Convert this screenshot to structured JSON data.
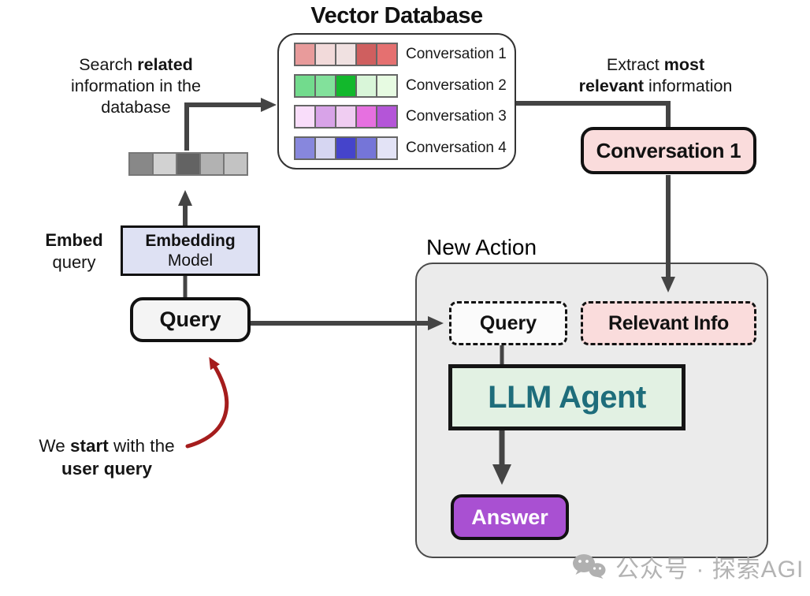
{
  "diagram": {
    "vector_db": {
      "title": "Vector Database",
      "rows": [
        {
          "label": "Conversation 1",
          "cells": [
            "#e89b9b",
            "#f2dada",
            "#f0e1e1",
            "#cf5f5f",
            "#e57070"
          ]
        },
        {
          "label": "Conversation 2",
          "cells": [
            "#72db8d",
            "#82e19b",
            "#12b82c",
            "#d9f6d9",
            "#e7fbe2"
          ]
        },
        {
          "label": "Conversation 3",
          "cells": [
            "#f9ddfa",
            "#d8a3e8",
            "#f0cdf2",
            "#e670e0",
            "#b455d8"
          ]
        },
        {
          "label": "Conversation 4",
          "cells": [
            "#8787dd",
            "#d6d6f2",
            "#4544cb",
            "#7575d8",
            "#e3e3f6"
          ]
        }
      ]
    },
    "query_vector_cells": [
      "#888888",
      "#d2d2d2",
      "#636363",
      "#b2b2b2",
      "#c3c3c3"
    ],
    "notes": {
      "search": [
        [
          {
            "t": "Search "
          },
          {
            "t": "related",
            "b": 1
          }
        ],
        [
          {
            "t": "information in the"
          }
        ],
        [
          {
            "t": "database"
          }
        ]
      ],
      "extract": [
        [
          {
            "t": "Extract "
          },
          {
            "t": "most",
            "b": 1
          }
        ],
        [
          {
            "t": "relevant",
            "b": 1
          },
          {
            "t": " information"
          }
        ]
      ],
      "embed": [
        [
          {
            "t": "Embed",
            "b": 1
          }
        ],
        [
          {
            "t": "query"
          }
        ]
      ],
      "start": [
        [
          {
            "t": "We "
          },
          {
            "t": "start",
            "b": 1
          },
          {
            "t": " with the"
          }
        ],
        [
          {
            "t": "user query",
            "b": 1
          }
        ]
      ]
    },
    "nodes": {
      "embedding_model": [
        [
          {
            "t": "Embedding",
            "b": 1
          }
        ],
        [
          {
            "t": "Model"
          }
        ]
      ],
      "query": "Query",
      "conversation1": "Conversation 1",
      "new_action_label": "New Action",
      "inner_query": "Query",
      "relevant_info": "Relevant Info",
      "llm_agent": "LLM Agent",
      "answer": "Answer"
    },
    "colors": {
      "arrow": "#444444",
      "red_arrow": "#a51d1d",
      "embedding_bg": "#dee1f3",
      "pink_bg": "#fadcdc",
      "green_bg": "#e2f1e3",
      "teal_text": "#1e6d7b",
      "purple_bg": "#a950d2",
      "panel_bg": "#ebebeb"
    },
    "watermark": "公众号 · 探索AGI"
  }
}
